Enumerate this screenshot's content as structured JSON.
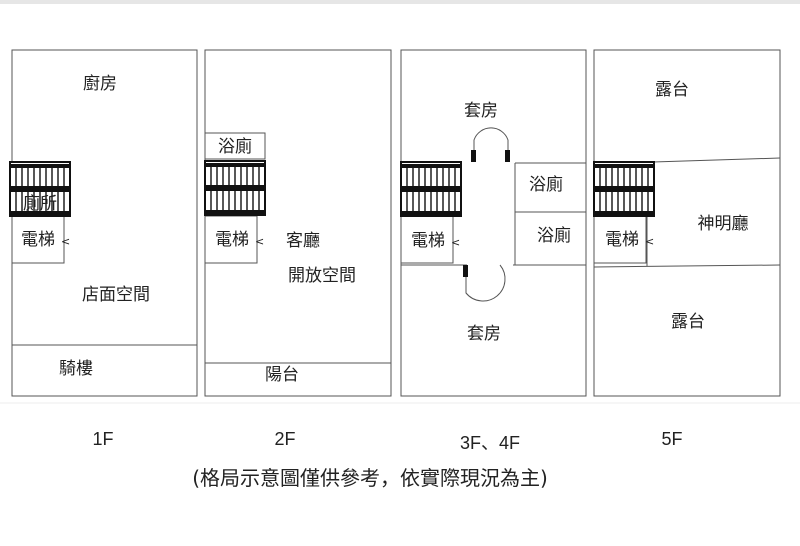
{
  "floors": [
    {
      "label": "1F",
      "rooms": {
        "kitchen": "廚房",
        "toilet": "廁所",
        "elevator": "電梯",
        "shop": "店面空間",
        "arcade": "騎樓"
      }
    },
    {
      "label": "2F",
      "rooms": {
        "bath": "浴廁",
        "elevator": "電梯",
        "living": "客廳",
        "open": "開放空間",
        "balcony": "陽台"
      }
    },
    {
      "label": "3F、4F",
      "rooms": {
        "suite_top": "套房",
        "bath1": "浴廁",
        "bath2": "浴廁",
        "elevator": "電梯",
        "suite_bottom": "套房"
      }
    },
    {
      "label": "5F",
      "rooms": {
        "terrace_top": "露台",
        "shrine": "神明廳",
        "elevator": "電梯",
        "terrace_bottom": "露台"
      }
    }
  ],
  "caption": "(格局示意圖僅供參考，依實際現況為主)"
}
